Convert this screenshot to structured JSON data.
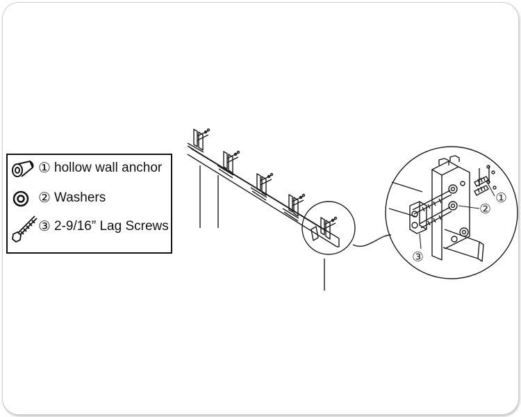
{
  "legend": {
    "items": [
      {
        "number": "①",
        "label": "hollow wall anchor",
        "icon": "wall-anchor-icon"
      },
      {
        "number": "②",
        "label": "Washers",
        "icon": "washer-icon"
      },
      {
        "number": "③",
        "label": "2-9/16” Lag Screws",
        "icon": "lag-screw-icon"
      }
    ]
  },
  "detail": {
    "callouts": [
      "①",
      "②",
      "③"
    ]
  },
  "colors": {
    "line": "#1a1a1a",
    "frame_border": "#cfcfcf"
  }
}
